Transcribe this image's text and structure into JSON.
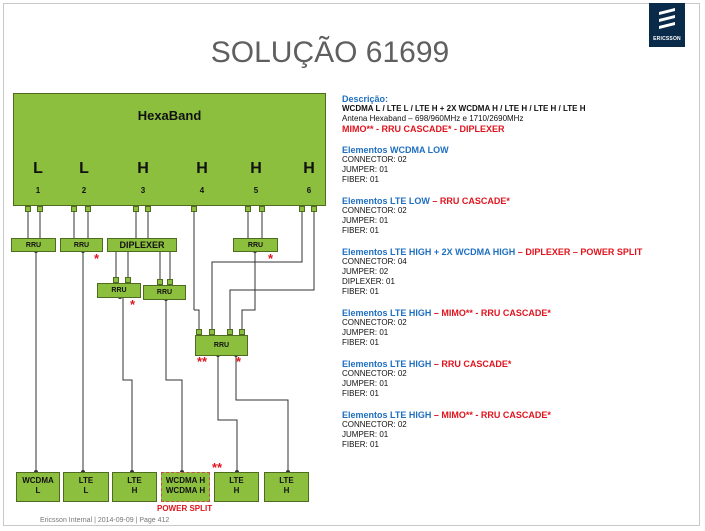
{
  "title": "SOLUÇÃO 61699",
  "logo": {
    "text": "ERICSSON"
  },
  "diagram": {
    "hexaband_label": "HexaBand",
    "bands": [
      "L",
      "L",
      "H",
      "H",
      "H",
      "H"
    ],
    "ports": [
      "1",
      "2",
      "3",
      "4",
      "5",
      "6"
    ],
    "rru_label": "RRU",
    "diplexer_label": "DIPLEXER",
    "star": "*",
    "double_star": "**",
    "antennas": [
      {
        "line1": "WCDMA",
        "line2": "L"
      },
      {
        "line1": "LTE",
        "line2": "L"
      },
      {
        "line1": "LTE",
        "line2": "H"
      },
      {
        "line1": "WCDMA H",
        "line2": "WCDMA H"
      },
      {
        "line1": "LTE",
        "line2": "H"
      },
      {
        "line1": "LTE",
        "line2": "H"
      }
    ],
    "power_split_label": "POWER SPLIT"
  },
  "description": {
    "heading": "Descrição:",
    "line1": "WCDMA L / LTE L / LTE H + 2X WCDMA H / LTE H / LTE H / LTE H",
    "line2": "Antena Hexaband – 698/960MHz  e  1710/2690MHz",
    "line3": "MIMO** - RRU CASCADE* - DIPLEXER"
  },
  "sections": [
    {
      "head": "Elementos WCDMA LOW",
      "red": "",
      "lines": [
        "CONNECTOR: 02",
        "JUMPER: 01",
        "FIBER: 01"
      ]
    },
    {
      "head": "Elementos LTE LOW",
      "red": "RRU CASCADE*",
      "lines": [
        "CONNECTOR: 02",
        "JUMPER: 01",
        "FIBER: 01"
      ]
    },
    {
      "head": "Elementos LTE HIGH + 2X WCDMA HIGH",
      "red": "DIPLEXER – POWER SPLIT",
      "lines": [
        "CONNECTOR: 04",
        "JUMPER: 02",
        "DIPLEXER: 01",
        "FIBER: 01"
      ]
    },
    {
      "head": "Elementos LTE HIGH",
      "red": "MIMO** - RRU CASCADE*",
      "lines": [
        "CONNECTOR: 02",
        "JUMPER: 01",
        "FIBER: 01"
      ]
    },
    {
      "head": "Elementos LTE HIGH",
      "red": "RRU CASCADE*",
      "lines": [
        "CONNECTOR: 02",
        "JUMPER: 01",
        "FIBER: 01"
      ]
    },
    {
      "head": "Elementos LTE HIGH",
      "red": "MIMO** - RRU CASCADE*",
      "lines": [
        "CONNECTOR: 02",
        "JUMPER: 01",
        "FIBER: 01"
      ]
    }
  ],
  "footer": "Ericsson Internal  |  2014-09-09  |  Page 412"
}
